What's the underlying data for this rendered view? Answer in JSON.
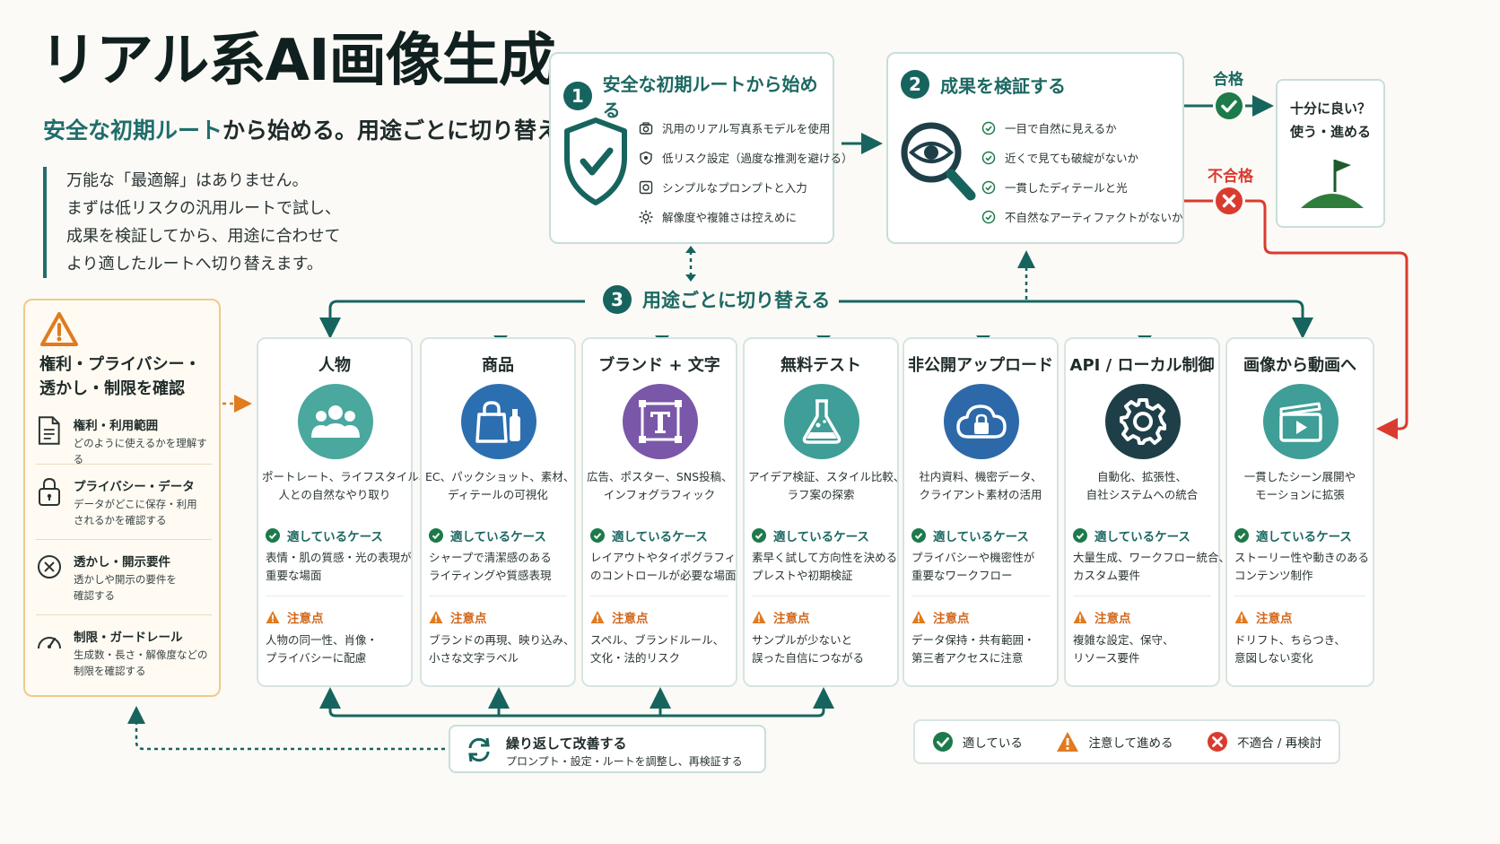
{
  "title": "リアル系AI画像生成",
  "subtitle": {
    "highlight": "安全な初期ルート",
    "rest_a": "から始める。",
    "rest_b": "用途ごとに切り替える。"
  },
  "intro": [
    "万能な「最適解」はありません。",
    "まずは低リスクの汎用ルートで試し、",
    "成果を検証してから、用途に合わせて",
    "より適したルートへ切り替えます。"
  ],
  "step1": {
    "num": "1",
    "title": "安全な初期ルートから始める",
    "items": [
      {
        "icon": "camera-icon",
        "text": "汎用のリアル写真系モデルを使用"
      },
      {
        "icon": "shield-small-icon",
        "text": "低リスク設定（過度な推測を避ける）"
      },
      {
        "icon": "image-frame-icon",
        "text": "シンプルなプロンプトと入力"
      },
      {
        "icon": "gear-small-icon",
        "text": "解像度や複雑さは控えめに"
      }
    ]
  },
  "step2": {
    "num": "2",
    "title": "成果を検証する",
    "items": [
      "一目で自然に見えるか",
      "近くで見ても破綻がないか",
      "一貫したディテールと光",
      "不自然なアーティファクトがないか"
    ]
  },
  "pass_label": "合格",
  "fail_label": "不合格",
  "done_box": {
    "line1": "十分に良い？",
    "line2": "使う・進める"
  },
  "step3": {
    "num": "3",
    "title": "用途ごとに切り替える"
  },
  "rights_panel": {
    "title_lines": [
      "権利・プライバシー・",
      "透かし・制限を確認"
    ],
    "items": [
      {
        "icon": "document-icon",
        "title": "権利・利用範囲",
        "desc": [
          "どのように使えるかを理解する"
        ]
      },
      {
        "icon": "lock-icon",
        "title": "プライバシー・データ",
        "desc": [
          "データがどこに保存・利用",
          "されるかを確認する"
        ]
      },
      {
        "icon": "circle-x-icon",
        "title": "透かし・開示要件",
        "desc": [
          "透かしや開示の要件を",
          "確認する"
        ]
      },
      {
        "icon": "speedometer-icon",
        "title": "制限・ガードレール",
        "desc": [
          "生成数・長さ・解像度などの",
          "制限を確認する"
        ]
      }
    ]
  },
  "suit_label": "適しているケース",
  "caution_label": "注意点",
  "cards": [
    {
      "title": "人物",
      "icon": "people-icon",
      "color": "#4aa89e",
      "desc": [
        "ポートレート、ライフスタイル、",
        "人との自然なやり取り"
      ],
      "suit": [
        "表情・肌の質感・光の表現が",
        "重要な場面"
      ],
      "caution": [
        "人物の同一性、肖像・",
        "プライバシーに配慮"
      ]
    },
    {
      "title": "商品",
      "icon": "shopping-bag-icon",
      "color": "#2c6fb1",
      "desc": [
        "EC、パックショット、素材、",
        "ディテールの可視化"
      ],
      "suit": [
        "シャープで清潔感のある",
        "ライティングや質感表現"
      ],
      "caution": [
        "ブランドの再現、映り込み、",
        "小さな文字ラベル"
      ]
    },
    {
      "title": "ブランド + 文字",
      "icon": "text-frame-icon",
      "color": "#7a57a8",
      "desc": [
        "広告、ポスター、SNS投稿、",
        "インフォグラフィック"
      ],
      "suit": [
        "レイアウトやタイポグラフィ",
        "のコントロールが必要な場面"
      ],
      "caution": [
        "スペル、ブランドルール、",
        "文化・法的リスク"
      ]
    },
    {
      "title": "無料テスト",
      "icon": "flask-icon",
      "color": "#3f9e97",
      "desc": [
        "アイデア検証、スタイル比較、",
        "ラフ案の探索"
      ],
      "suit": [
        "素早く試して方向性を決める",
        "プレストや初期検証"
      ],
      "caution": [
        "サンプルが少ないと",
        "誤った自信につながる"
      ]
    },
    {
      "title": "非公開アップロード",
      "icon": "cloud-lock-icon",
      "color": "#2d69a9",
      "desc": [
        "社内資料、機密データ、",
        "クライアント素材の活用"
      ],
      "suit": [
        "プライバシーや機密性が",
        "重要なワークフロー"
      ],
      "caution": [
        "データ保持・共有範囲・",
        "第三者アクセスに注意"
      ]
    },
    {
      "title": "API / ローカル制御",
      "icon": "gear-icon",
      "color": "#1f3f48",
      "desc": [
        "自動化、拡張性、",
        "自社システムへの統合"
      ],
      "suit": [
        "大量生成、ワークフロー統合、",
        "カスタム要件"
      ],
      "caution": [
        "複雑な設定、保守、",
        "リソース要件"
      ]
    },
    {
      "title": "画像から動画へ",
      "icon": "video-icon",
      "color": "#3f9e97",
      "desc": [
        "一貫したシーン展開や",
        "モーションに拡張"
      ],
      "suit": [
        "ストーリー性や動きのある",
        "コンテンツ制作"
      ],
      "caution": [
        "ドリフト、ちらつき、",
        "意図しない変化"
      ]
    }
  ],
  "iterate": {
    "title": "繰り返して改善する",
    "desc": "プロンプト・設定・ルートを調整し、再検証する"
  },
  "legend": [
    {
      "icon": "check-icon",
      "label": "適している"
    },
    {
      "icon": "warning-icon",
      "label": "注意して進める"
    },
    {
      "icon": "x-icon",
      "label": "不適合 / 再検討"
    }
  ],
  "colors": {
    "teal": "#17645f",
    "pass": "#1d7a4a",
    "fail": "#d93b2f",
    "warn": "#e07b1f"
  }
}
